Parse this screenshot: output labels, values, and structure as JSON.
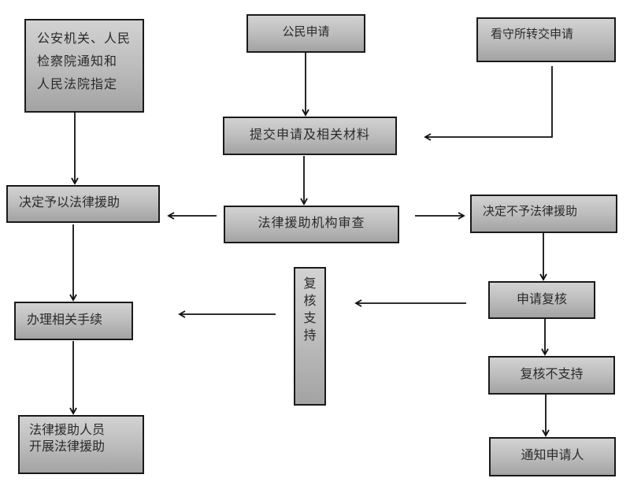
{
  "diagram": {
    "type": "flowchart",
    "nodes": {
      "notified_by_authorities": {
        "lines": [
          "公安机关、人民",
          "检察院通知和",
          "人民法院指定"
        ]
      },
      "citizen_application": {
        "label": "公民申请"
      },
      "detention_center_transfer": {
        "label": "看守所转交申请"
      },
      "submit_materials": {
        "label": "提交申请及相关材料"
      },
      "decide_grant": {
        "label": "决定予以法律援助"
      },
      "agency_review": {
        "label": "法律援助机构审查"
      },
      "decide_deny": {
        "label": "决定不予法律援助"
      },
      "review_supported": {
        "chars": [
          "复",
          "核",
          "支",
          "持"
        ]
      },
      "apply_review": {
        "label": "申请复核"
      },
      "handle_procedures": {
        "label": "办理相关手续"
      },
      "review_not_supported": {
        "label": "复核不支持"
      },
      "aid_staff_provide": {
        "lines": [
          "法律援助人员",
          "开展法律援助"
        ]
      },
      "notify_applicant": {
        "label": "通知申请人"
      }
    },
    "edges": [
      {
        "from": "citizen_application",
        "to": "submit_materials"
      },
      {
        "from": "detention_center_transfer",
        "to": "submit_materials"
      },
      {
        "from": "submit_materials",
        "to": "agency_review"
      },
      {
        "from": "notified_by_authorities",
        "to": "decide_grant"
      },
      {
        "from": "agency_review",
        "to": "decide_grant"
      },
      {
        "from": "agency_review",
        "to": "decide_deny"
      },
      {
        "from": "decide_deny",
        "to": "apply_review"
      },
      {
        "from": "apply_review",
        "to": "review_supported"
      },
      {
        "from": "review_supported",
        "to": "handle_procedures"
      },
      {
        "from": "apply_review",
        "to": "review_not_supported"
      },
      {
        "from": "review_not_supported",
        "to": "notify_applicant"
      },
      {
        "from": "decide_grant",
        "to": "handle_procedures"
      },
      {
        "from": "handle_procedures",
        "to": "aid_staff_provide"
      }
    ]
  }
}
